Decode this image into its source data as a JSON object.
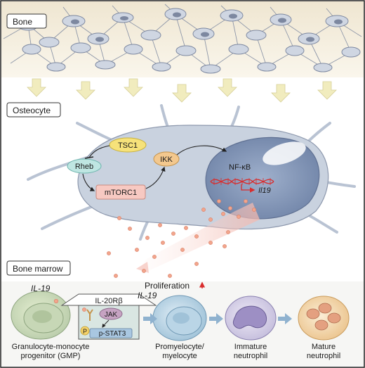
{
  "sections": {
    "bone": "Bone",
    "osteocyte": "Osteocyte",
    "bone_marrow": "Bone marrow"
  },
  "pathway": {
    "tsc1": "TSC1",
    "rheb": "Rheb",
    "mtorc1": "mTORC1",
    "ikk": "IKK",
    "nfkb": "NF-κB",
    "il19_gene": "Il19"
  },
  "marrow": {
    "il19_left": "IL-19",
    "il19_right": "IL-19",
    "receptor": "IL-20Rβ",
    "jak": "JAK",
    "pstat3": "p-STAT3",
    "p_badge": "P",
    "proliferation": "Proliferation",
    "cells": [
      {
        "line1": "Granulocyte-monocyte",
        "line2": "progenitor (GMP)"
      },
      {
        "line1": "Promyelocyte/",
        "line2": "myelocyte"
      },
      {
        "line1": "Immature",
        "line2": "neutrophil"
      },
      {
        "line1": "Mature",
        "line2": "neutrophil"
      }
    ]
  },
  "colors": {
    "bone_bg": "#f4ecd8",
    "cell_gray": "#c9d2df",
    "nucleus": "#7d8fae",
    "arrow_yellow": "#f1ecbe",
    "dot": "#f2a58c",
    "tsc1": "#f6e27a",
    "rheb": "#bfe6e2",
    "mtorc1": "#f7c9c2",
    "ikk": "#f3c88e",
    "dna": "#d92d2d",
    "prolif_arrow": "#d92d2d"
  }
}
